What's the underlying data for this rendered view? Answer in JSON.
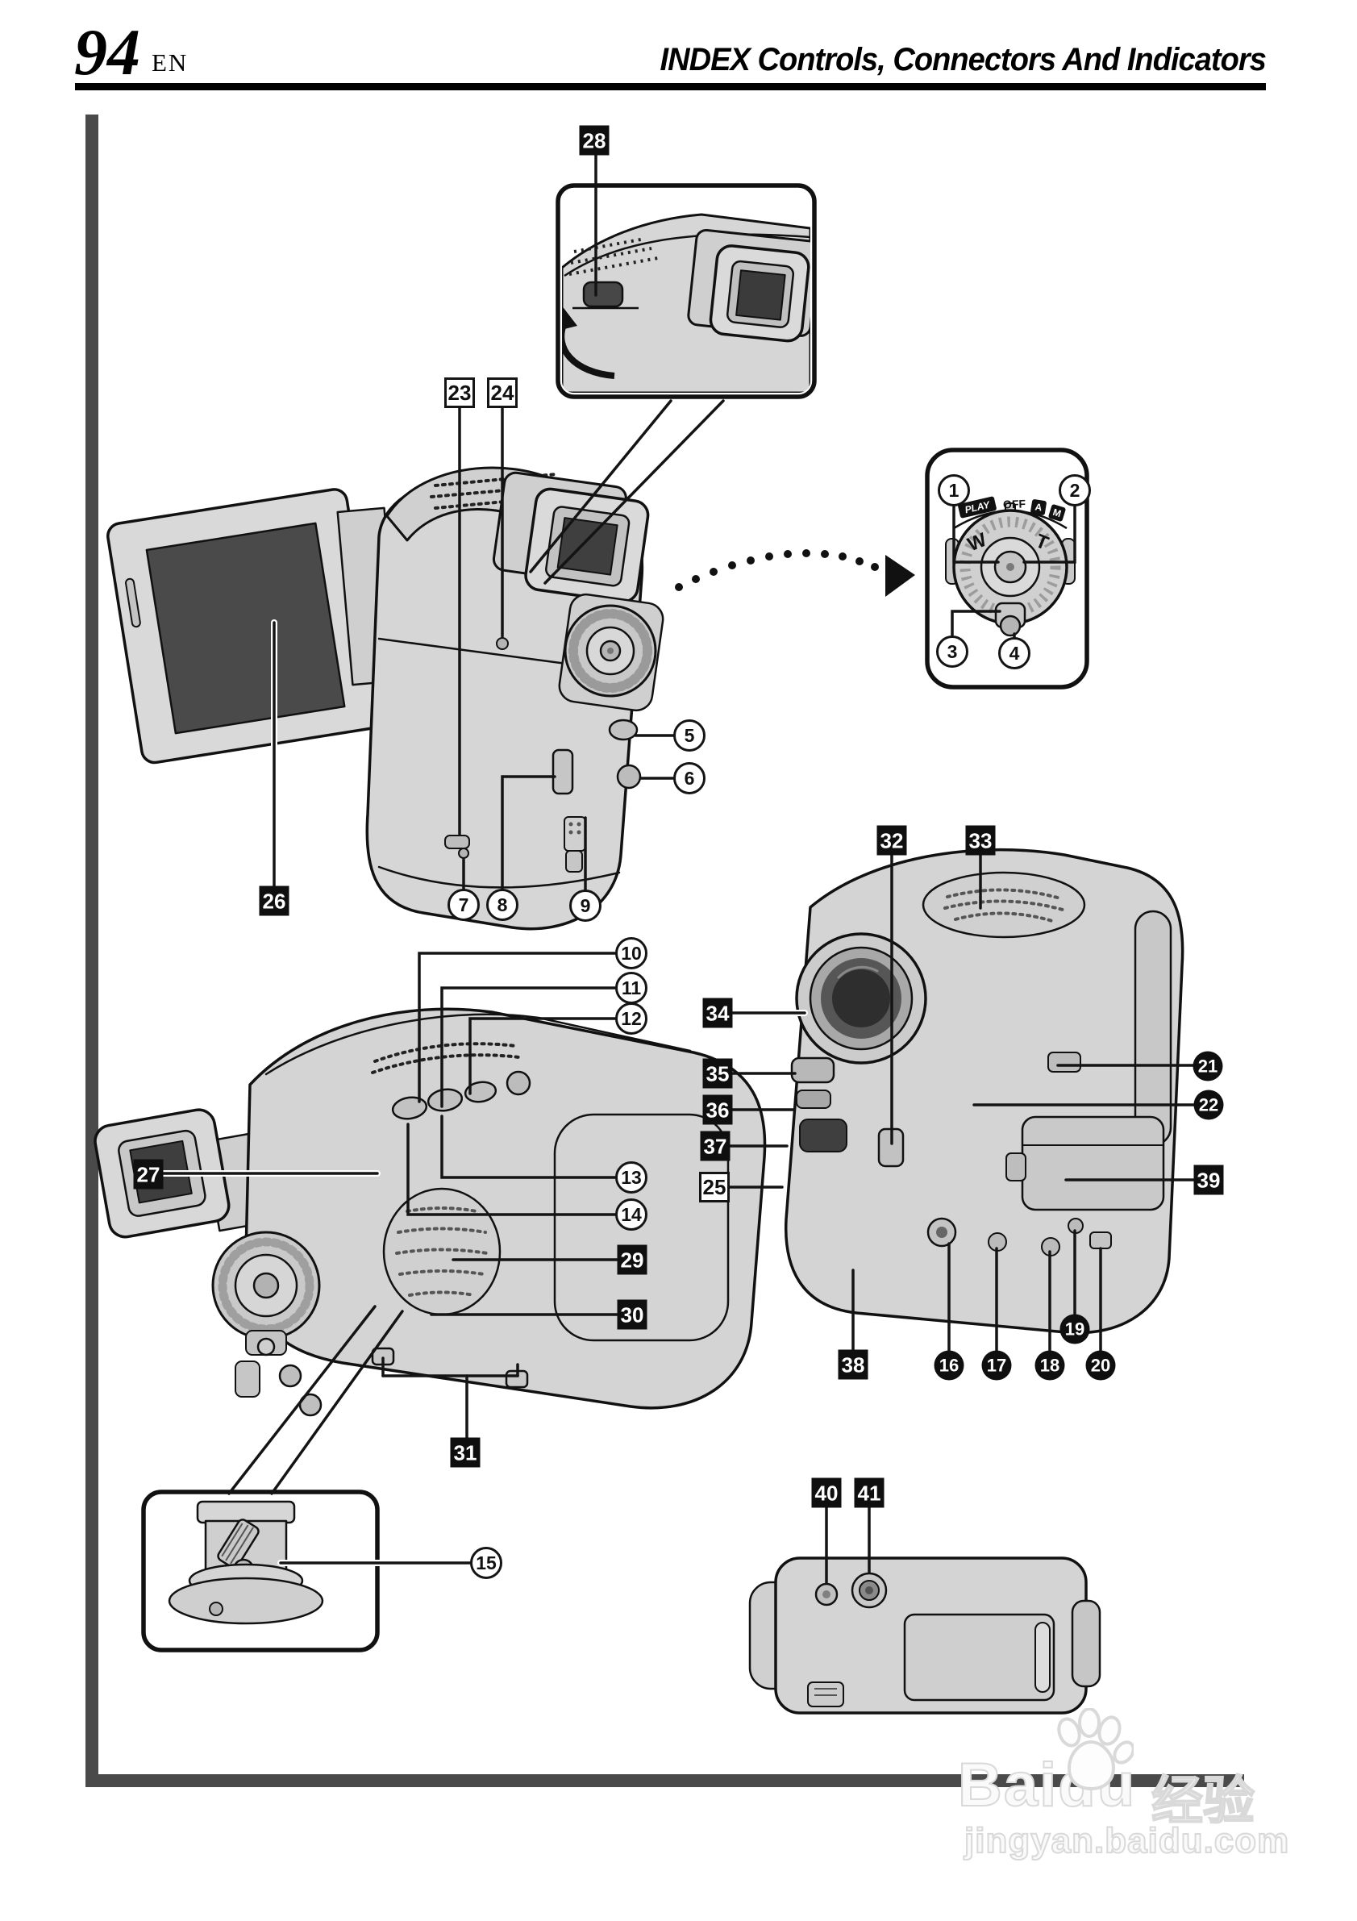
{
  "header": {
    "page_number": "94",
    "edition": "EN",
    "title": "INDEX Controls, Connectors And Indicators"
  },
  "dial": {
    "play": "PLAY",
    "off": "OFF",
    "auto": "A",
    "manual": "M",
    "wide": "W",
    "tele": "T"
  },
  "watermark": {
    "brand": "Baidu",
    "brand_cn": "经验",
    "url": "jingyan.baidu.com"
  },
  "callouts": {
    "n1": "1",
    "n2": "2",
    "n3": "3",
    "n4": "4",
    "n5": "5",
    "n6": "6",
    "n7": "7",
    "n8": "8",
    "n9": "9",
    "n10": "10",
    "n11": "11",
    "n12": "12",
    "n13": "13",
    "n14": "14",
    "n15": "15",
    "n16": "16",
    "n17": "17",
    "n18": "18",
    "n19": "19",
    "n20": "20",
    "n21": "21",
    "n22": "22",
    "n23": "23",
    "n24": "24",
    "n25": "25",
    "n26": "26",
    "n27": "27",
    "n28": "28",
    "n29": "29",
    "n30": "30",
    "n31": "31",
    "n32": "32",
    "n33": "33",
    "n34": "34",
    "n35": "35",
    "n36": "36",
    "n37": "37",
    "n38": "38",
    "n39": "39",
    "n40": "40",
    "n41": "41"
  }
}
